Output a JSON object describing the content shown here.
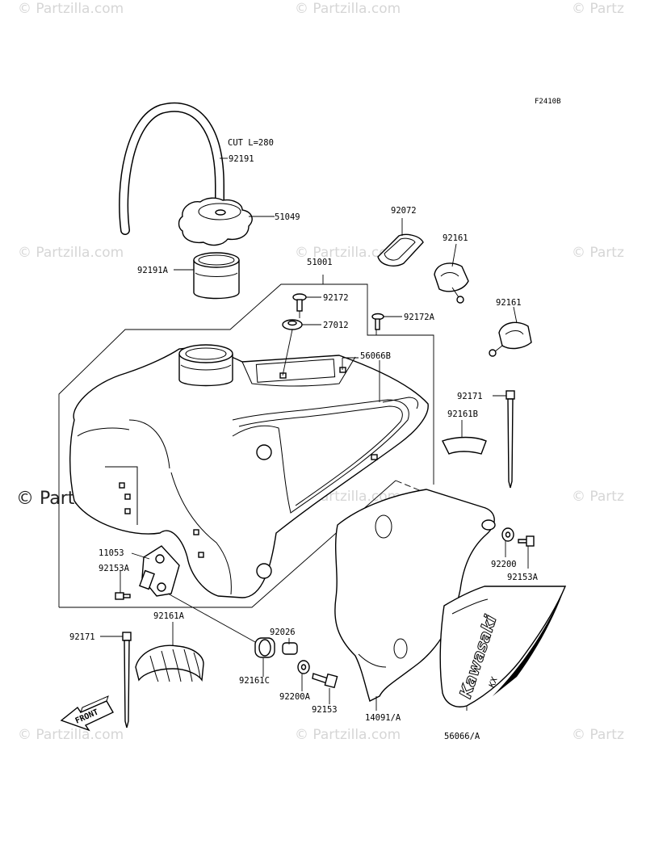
{
  "watermarks": {
    "small": "© Partzilla.com",
    "small_cut": "© Partz",
    "big": "© Partzilla.com"
  },
  "figure_code": "F2410B",
  "front_label": "FRONT",
  "brand_text": "Kawasaki",
  "brand_sub": "KX",
  "parts": {
    "cut_note": "CUT L=280",
    "p92191": "92191",
    "p51049": "51049",
    "p92191A": "92191A",
    "p51001": "51001",
    "p92172": "92172",
    "p27012": "27012",
    "p92172A": "92172A",
    "p56066B": "56066B",
    "p92072": "92072",
    "p92161_a": "92161",
    "p92161_b": "92161",
    "p92171_r": "92171",
    "p92161B": "92161B",
    "p11053": "11053",
    "p92153A_l": "92153A",
    "p92200": "92200",
    "p92153A_r": "92153A",
    "p92161A": "92161A",
    "p92171_l": "92171",
    "p92026": "92026",
    "p92161C": "92161C",
    "p92200A": "92200A",
    "p92153": "92153",
    "p14091A": "14091/A",
    "p56066A": "56066/A"
  }
}
